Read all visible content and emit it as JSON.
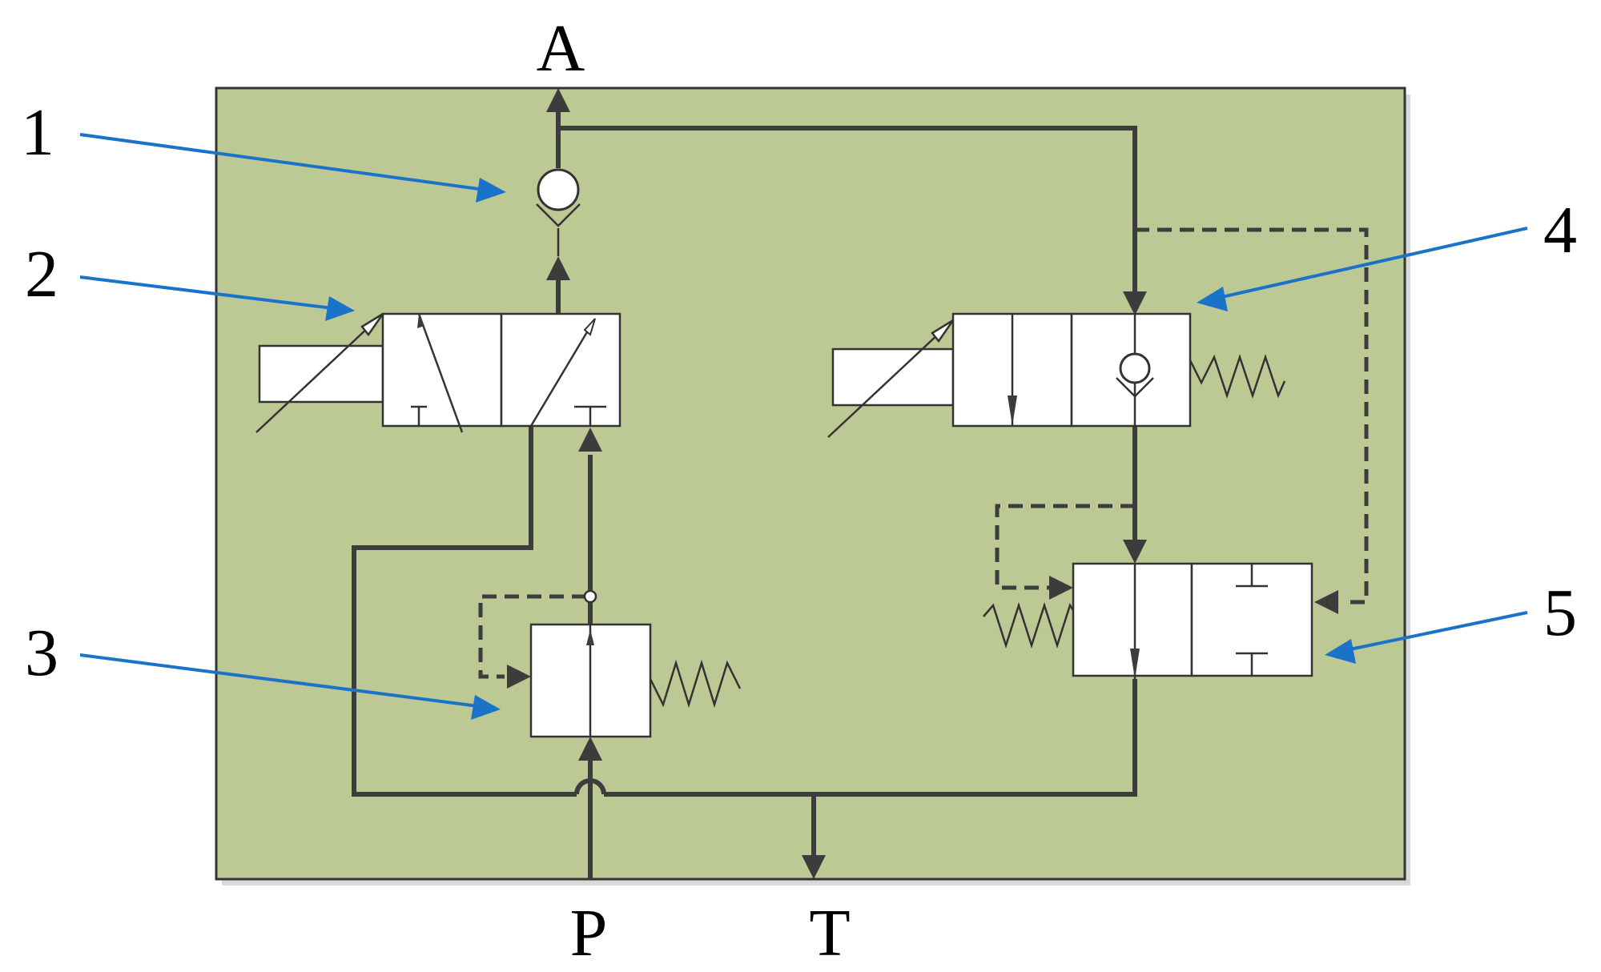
{
  "ports": {
    "a": "A",
    "p": "P",
    "t": "T"
  },
  "callouts": [
    "1",
    "2",
    "3",
    "4",
    "5"
  ],
  "colors": {
    "block_fill": "#bcc995",
    "block_border": "#333333",
    "flow_line": "#3c3c3c",
    "callout_arrow": "#1a73c8",
    "component_fill": "#ffffff"
  }
}
